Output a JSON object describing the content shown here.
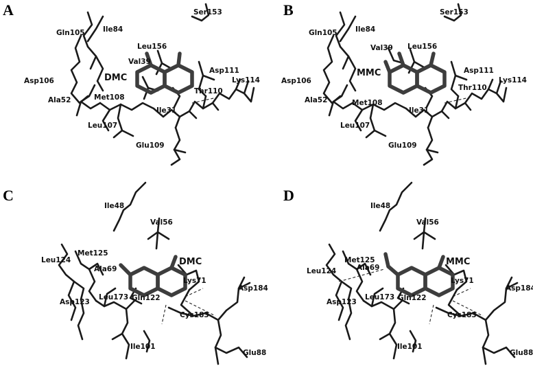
{
  "panels": [
    {
      "letter": "A",
      "ligand": "DMC",
      "residues": [
        "Ser153",
        "Gln105",
        "Ile84",
        "Leu156",
        "Val39",
        "Asp111",
        "Asp106",
        "Lys114",
        "Thr110",
        "Met108",
        "Ala52",
        "Ile31",
        "Leu107",
        "Glu109"
      ]
    },
    {
      "letter": "B",
      "ligand": "MMC",
      "residues": [
        "Ser153",
        "Gln105",
        "Ile84",
        "Val39",
        "Leu156",
        "Asp111",
        "Asp106",
        "Lys114",
        "Thr110",
        "Ala52",
        "Met108",
        "Ile31",
        "Leu107",
        "Glu109"
      ]
    },
    {
      "letter": "C",
      "ligand": "DMC",
      "residues": [
        "Ile48",
        "Val56",
        "Met125",
        "Leu124",
        "Ala69",
        "Lys71",
        "Asp184",
        "Leu173",
        "Gln122",
        "Asp123",
        "Cys183",
        "Ile101",
        "Glu88"
      ]
    },
    {
      "letter": "D",
      "ligand": "MMC",
      "residues": [
        "Ile48",
        "Val56",
        "Met125",
        "Leu124",
        "Ala69",
        "Lys71",
        "Asp184",
        "Leu173",
        "Gln122",
        "Asp123",
        "Cys183",
        "Ile101",
        "Glu88"
      ]
    }
  ]
}
